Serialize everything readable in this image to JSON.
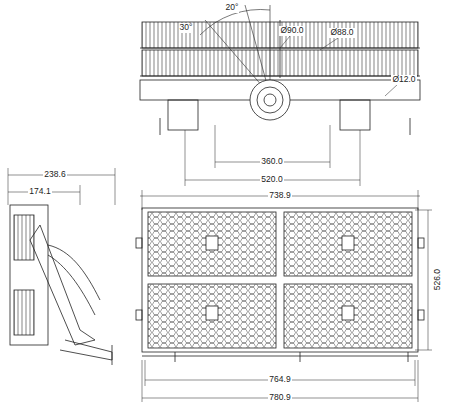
{
  "diagram": {
    "labels": [
      "30°",
      "20°",
      "Ø90.0",
      "Ø88.0",
      "Ø12.0",
      "360.0",
      "520.0",
      "238.6",
      "174.1",
      "738.9",
      "526.0",
      "764.9",
      "780.9"
    ]
  }
}
